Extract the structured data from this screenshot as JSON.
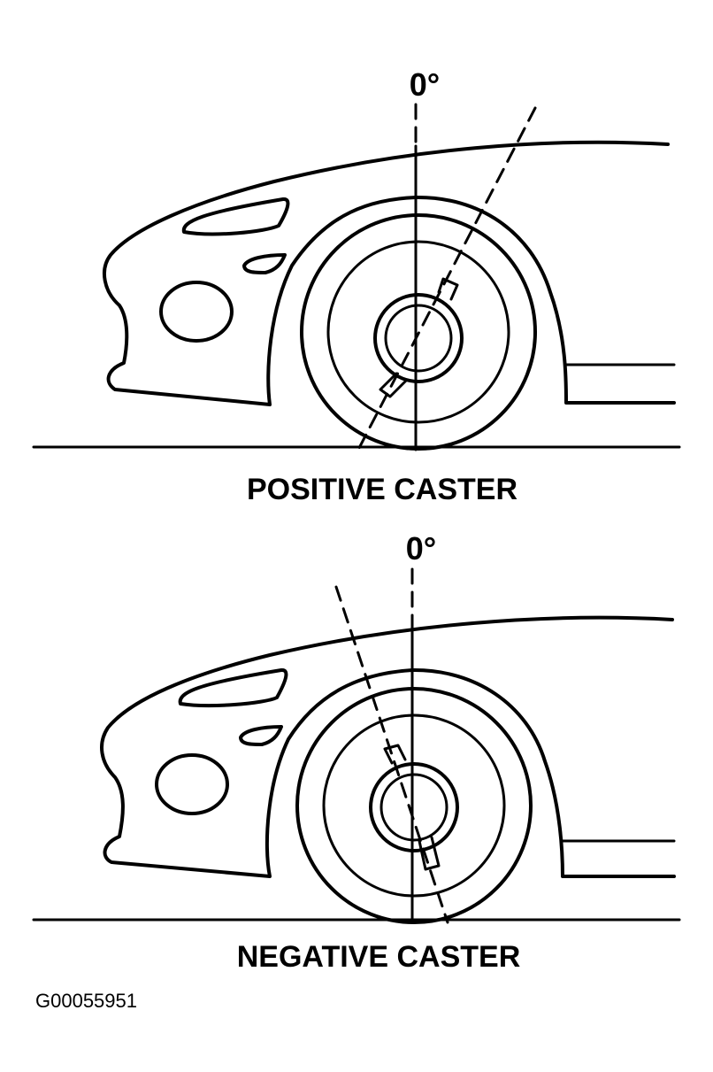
{
  "diagrams": [
    {
      "angle_label": "0°",
      "caption": "POSITIVE CASTER"
    },
    {
      "angle_label": "0°",
      "caption": "NEGATIVE CASTER"
    }
  ],
  "figure_code": "G00055951",
  "colors": {
    "ink": "#000000",
    "background": "#ffffff"
  }
}
